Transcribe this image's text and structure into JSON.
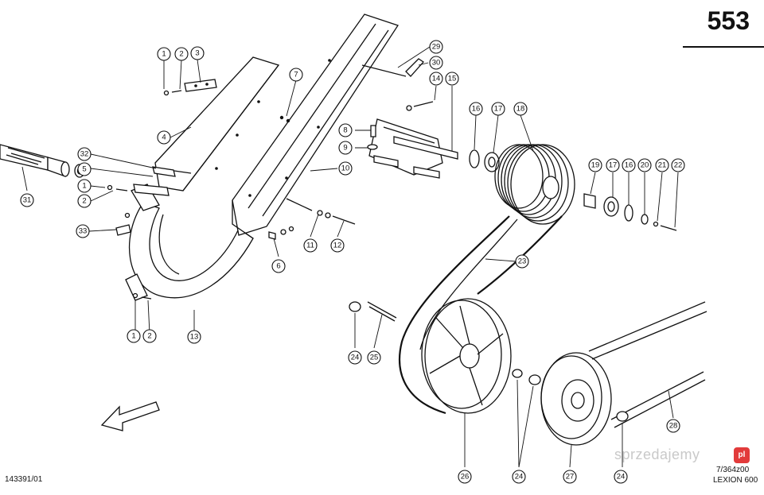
{
  "header": {
    "page_number": "553"
  },
  "footer": {
    "drawing_number": "143391/01",
    "figure_ref": "7/364z00",
    "model": "LEXION 600"
  },
  "watermark": {
    "text": "sprzedajemy",
    "badge": "pl"
  },
  "callouts": [
    "1",
    "2",
    "3",
    "4",
    "5",
    "6",
    "7",
    "8",
    "9",
    "10",
    "11",
    "12",
    "13",
    "14",
    "15",
    "16",
    "17",
    "18",
    "19",
    "20",
    "21",
    "22",
    "23",
    "24",
    "25",
    "26",
    "27",
    "28",
    "29",
    "30",
    "31",
    "32",
    "33"
  ],
  "diagram": {
    "arrow_direction": "down-left"
  }
}
